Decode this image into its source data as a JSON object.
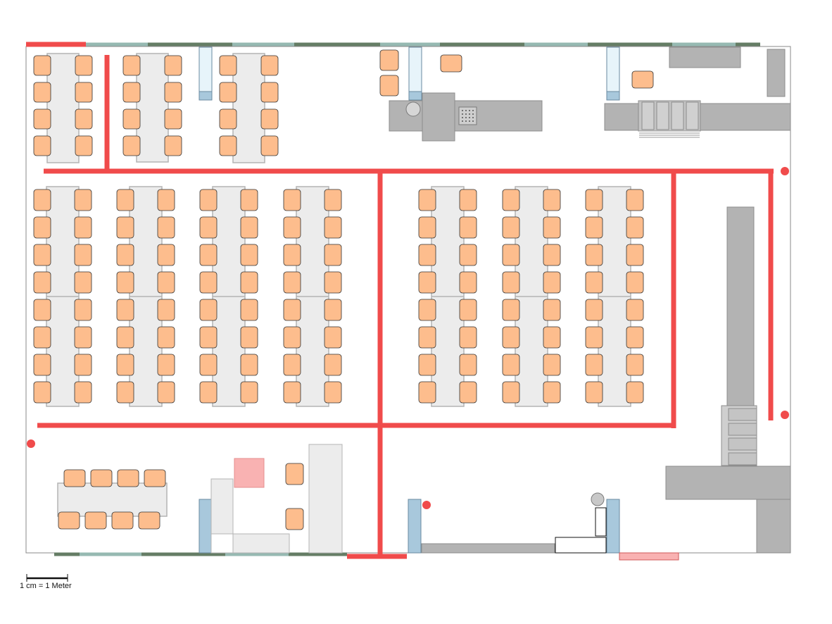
{
  "scale": {
    "label": "1 cm = 1 Meter"
  },
  "colors": {
    "wall": "#f04b4b",
    "floor_outline": "#8a8a8a",
    "table_fill": "#ececec",
    "table_stroke": "#b4b4b4",
    "chair_fill": "#fdbd8d",
    "chair_stroke": "#333333",
    "equipment_fill": "#b3b3b3",
    "equipment_stroke": "#8d8d8d",
    "window_dark": "#657d65",
    "window_light": "#96b9b2",
    "glass_blue": "#a8c8dc",
    "door_panel_fill": "#e7f4fa",
    "pink_block": "#f9b2b2"
  },
  "rooms": {
    "top_left_workrooms": {
      "table_count": 3,
      "chairs_per_table": 8
    },
    "main_hall_left": {
      "table_count": 4,
      "chairs_per_table": 16
    },
    "main_hall_right": {
      "table_count": 3,
      "chairs_per_table": 16
    },
    "meeting_room": {
      "table_count": 1,
      "chairs_per_table": 8
    }
  }
}
